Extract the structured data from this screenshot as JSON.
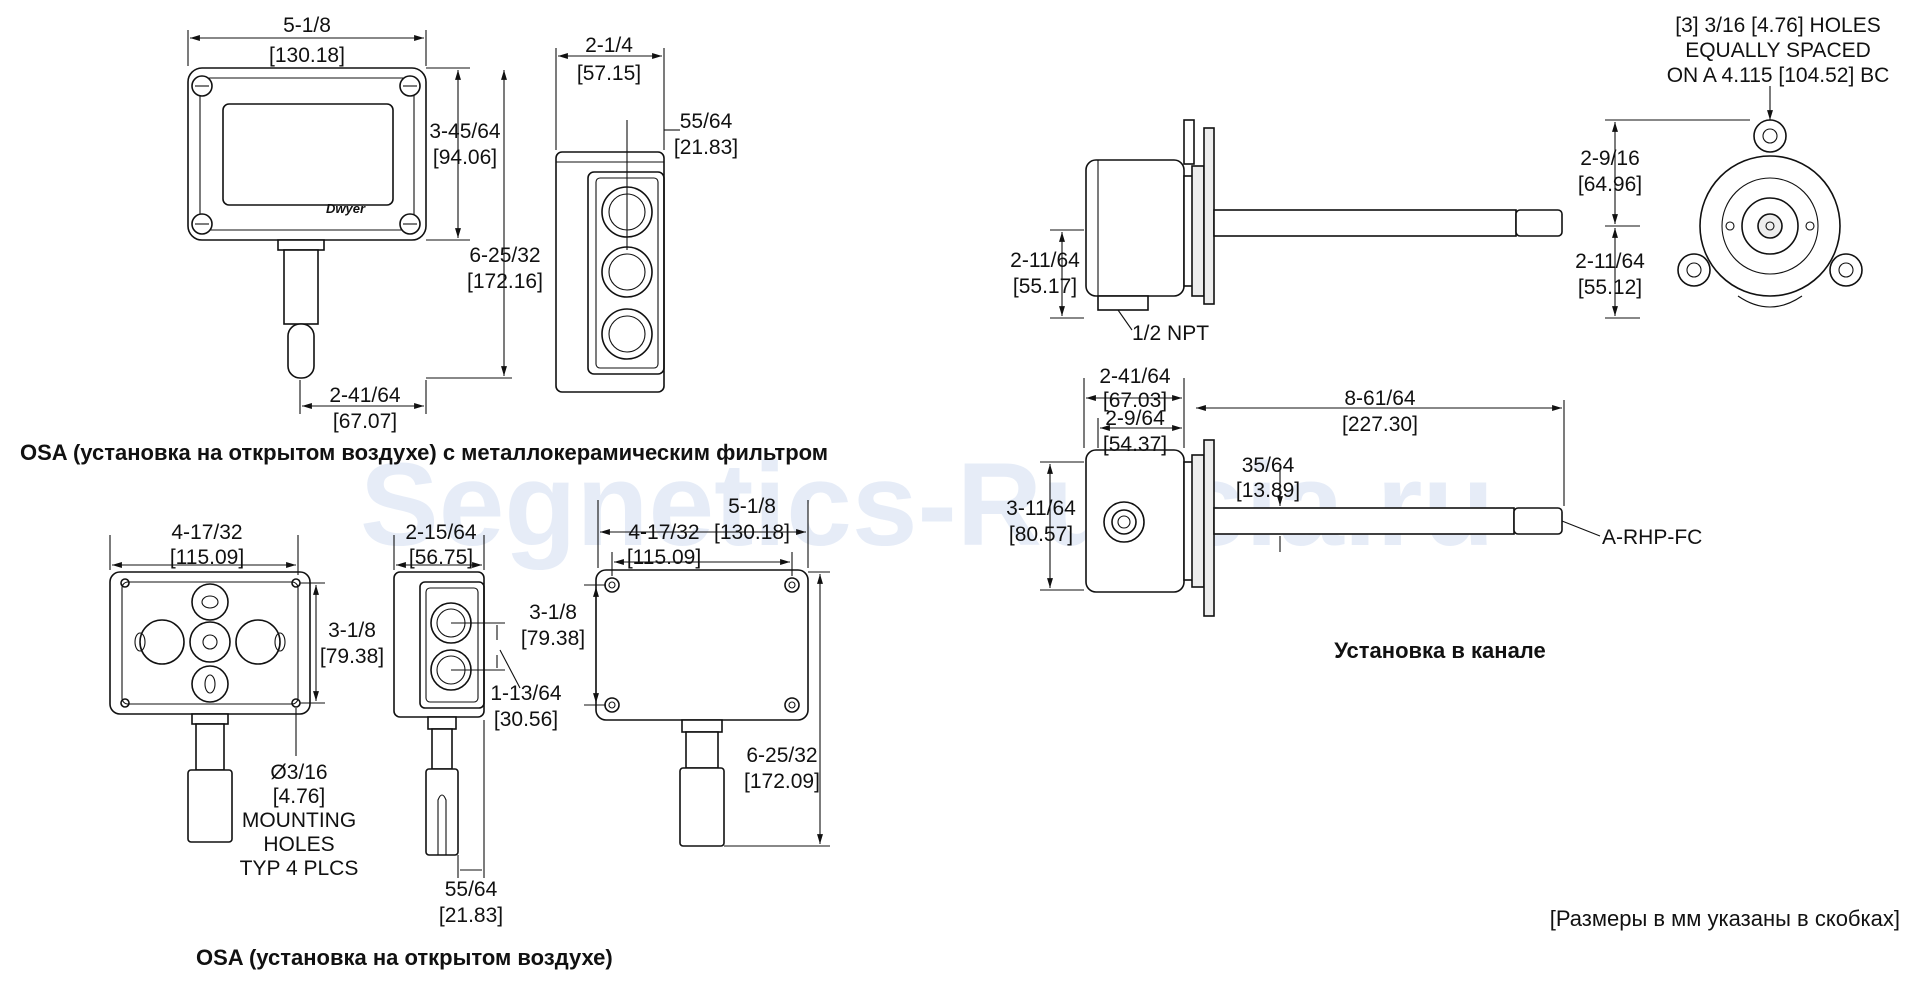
{
  "watermark": "Segnetics-Russia.ru",
  "captions": {
    "osa_filter": "OSA (установка на открытом воздухе) с металлокерамическим фильтром",
    "osa": "OSA (установка на открытом воздухе)",
    "duct": "Установка в канале",
    "units_note": "[Размеры в мм указаны в скобках]"
  },
  "brand_logo": "Dwyer",
  "view1": {
    "width_in": "5-1/8",
    "width_mm": "[130.18]",
    "height_in": "3-45/64",
    "height_mm": "[94.06]",
    "total_in": "6-25/32",
    "total_mm": "[172.16]",
    "probe_in": "2-41/64",
    "probe_mm": "[67.07]"
  },
  "view2": {
    "width_in": "2-1/4",
    "width_mm": "[57.15]",
    "offset_in": "55/64",
    "offset_mm": "[21.83]"
  },
  "view3": {
    "width_in": "4-17/32",
    "width_mm": "[115.09]",
    "height_in": "3-1/8",
    "height_mm": "[79.38]",
    "hole_in": "Ø3/16",
    "hole_mm": "[4.76]",
    "hole_l1": "MOUNTING",
    "hole_l2": "HOLES",
    "hole_l3": "TYP 4 PLCS"
  },
  "view4": {
    "width_in": "2-15/64",
    "width_mm": "[56.75]",
    "spacing_in": "1-13/64",
    "spacing_mm": "[30.56]",
    "offset_in": "55/64",
    "offset_mm": "[21.83]"
  },
  "view5": {
    "outer_in": "5-1/8",
    "outer_mm": "[130.18]",
    "inner_in": "4-17/32",
    "inner_mm": "[115.09]",
    "height_in": "3-1/8",
    "height_mm": "[79.38]",
    "total_in": "6-25/32",
    "total_mm": "[172.09]"
  },
  "duct_side": {
    "height_in": "2-11/64",
    "height_mm": "[55.17]",
    "npt": "1/2 NPT"
  },
  "duct_front": {
    "holes_l1": "[3] 3/16 [4.76] HOLES",
    "holes_l2": "EQUALLY SPACED",
    "holes_l3": "ON A 4.115 [104.52] BC",
    "upper_in": "2-9/16",
    "upper_mm": "[64.96]",
    "lower_in": "2-11/64",
    "lower_mm": "[55.12]"
  },
  "duct_bottom": {
    "outer_in": "2-41/64",
    "outer_mm": "[67.03]",
    "inner_in": "2-9/64",
    "inner_mm": "[54.37]",
    "length_in": "8-61/64",
    "length_mm": "[227.30]",
    "height_in": "3-11/64",
    "height_mm": "[80.57]",
    "probe_in": "35/64",
    "probe_mm": "[13.89]",
    "model": "A-RHP-FC"
  }
}
